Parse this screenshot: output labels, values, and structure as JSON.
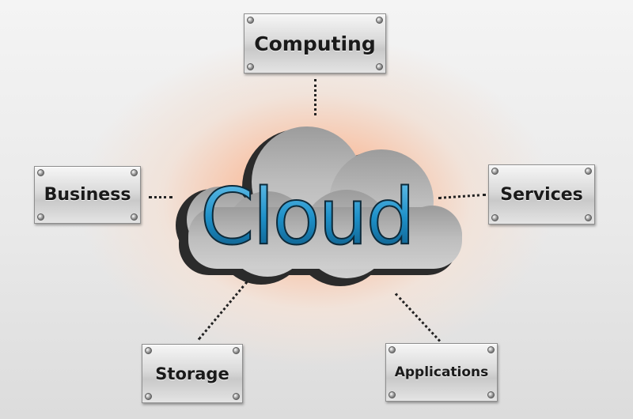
{
  "diagram": {
    "center_label": "Cloud",
    "nodes": {
      "computing": "Computing",
      "business": "Business",
      "services": "Services",
      "storage": "Storage",
      "applications": "Applications"
    }
  },
  "colors": {
    "center_text": "#1e90c8",
    "glow": "#f3a07a",
    "connector": "#222222"
  }
}
